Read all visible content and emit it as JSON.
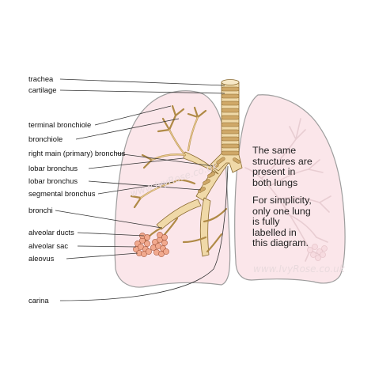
{
  "labels": [
    "trachea",
    "cartilage",
    "terminal bronchiole",
    "bronchiole",
    "right main (primary) bronchus",
    "lobar bronchus",
    "lobar bronchus",
    "segmental bronchus",
    "bronchi",
    "alveolar ducts",
    "alveolar sac",
    "aleovus",
    "carina"
  ],
  "note": {
    "p1": [
      "The same",
      "structures are",
      "present in",
      "both lungs"
    ],
    "p2": [
      "For simplicity,",
      "only one lung",
      "is fully",
      "labelled in",
      "this diagram."
    ]
  },
  "watermark": "www.IvyRose.co.uk",
  "colors": {
    "lung_fill": "#fbe6ea",
    "lung_outline": "#9d9d9d",
    "airway_fill": "#f0d9a8",
    "cartilage_band": "#cfa868",
    "alveoli_fill": "#f1a98e",
    "line": "#333333"
  }
}
